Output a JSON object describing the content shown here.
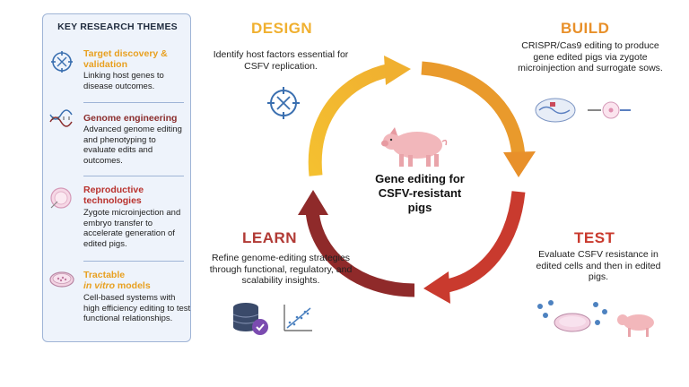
{
  "sidebar": {
    "title": "KEY RESEARCH THEMES",
    "themes": [
      {
        "title_line1": "Target discovery &",
        "title_line2": "validation",
        "desc": "Linking host genes to disease outcomes.",
        "color": "#e8a020",
        "icon": "dna-target-icon"
      },
      {
        "title_line1": "Genome engineering",
        "desc": "Advanced genome editing and phenotyping to evaluate edits and outcomes.",
        "color": "#8b2d2d",
        "icon": "dna-scissors-icon"
      },
      {
        "title_line1": "Reproductive",
        "title_line2": "technologies",
        "desc": "Zygote microinjection and embryo transfer to accelerate generation of edited pigs.",
        "color": "#b9322e",
        "icon": "zygote-icon"
      },
      {
        "title_line1": "Tractable",
        "title_italic": "in vitro",
        "title_rest": " models",
        "desc": "Cell-based systems with high efficiency editing to test functional relationships.",
        "color": "#e8a020",
        "icon": "petri-dish-icon"
      }
    ]
  },
  "stages": {
    "design": {
      "label": "DESIGN",
      "text": "Identify host factors essential for CSFV replication.",
      "color": "#f0b030"
    },
    "build": {
      "label": "BUILD",
      "text": "CRISPR/Cas9 editing to produce gene edited pigs via zygote microinjection and surrogate sows.",
      "color": "#e8902a"
    },
    "test": {
      "label": "TEST",
      "text": "Evaluate CSFV resistance in edited cells and then in edited pigs.",
      "color": "#c93a2e"
    },
    "learn": {
      "label": "LEARN",
      "text": "Refine genome-editing strategies through functional, regulatory, and scalability insights.",
      "color": "#b13a35"
    }
  },
  "center": {
    "line1": "Gene editing for",
    "line2": "CSFV-resistant",
    "line3": "pigs"
  }
}
